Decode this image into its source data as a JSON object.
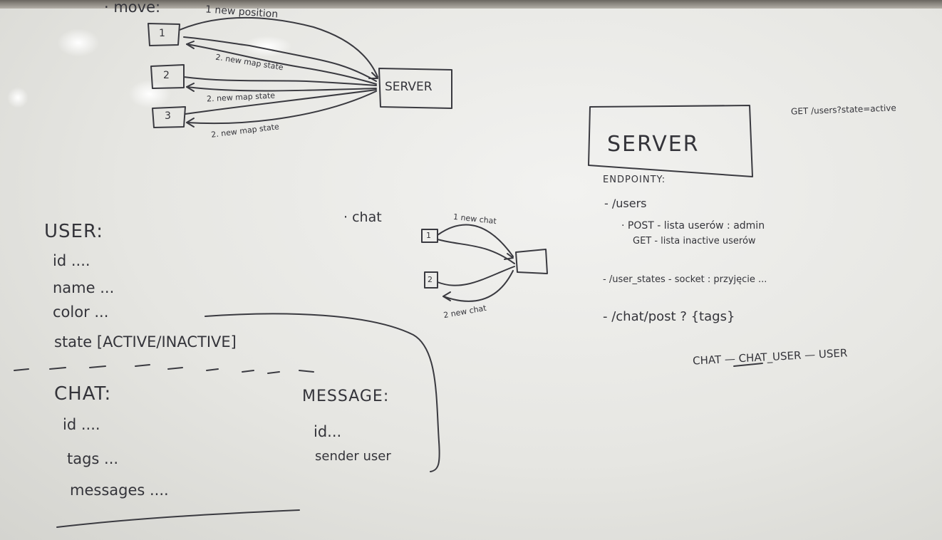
{
  "move": {
    "heading": "· move:",
    "arrow_top": "1 new position",
    "client_1": "1",
    "client_2": "2",
    "client_3": "3",
    "server": "SERVER",
    "state_1": "2. new map state",
    "state_2": "2. new map state",
    "state_3": "2. new map state"
  },
  "chat_flow": {
    "heading": "· chat",
    "arrow_top": "1 new chat",
    "client_1": "1",
    "client_2": "2",
    "arrow_bottom": "2 new chat"
  },
  "user": {
    "title": "USER:",
    "fields": [
      "id ....",
      "name ...",
      "color ...",
      "state [ACTIVE/INACTIVE]"
    ]
  },
  "chat": {
    "title": "CHAT:",
    "fields": [
      "id ....",
      "tags ...",
      "messages ...."
    ]
  },
  "message": {
    "title": "MESSAGE:",
    "fields": [
      "id...",
      "sender user"
    ]
  },
  "server_box": {
    "title": "SERVER",
    "note": "GET /users?state=active",
    "endpoints_label": "ENDPOINTY:",
    "endpoints": [
      "- /users",
      "· POST - lista userów : admin",
      "GET - lista inactive userów",
      "- /user_states - socket : przyjęcie ...",
      "- /chat/post ? {tags}"
    ],
    "relation": "CHAT — CHAT_USER — USER"
  }
}
